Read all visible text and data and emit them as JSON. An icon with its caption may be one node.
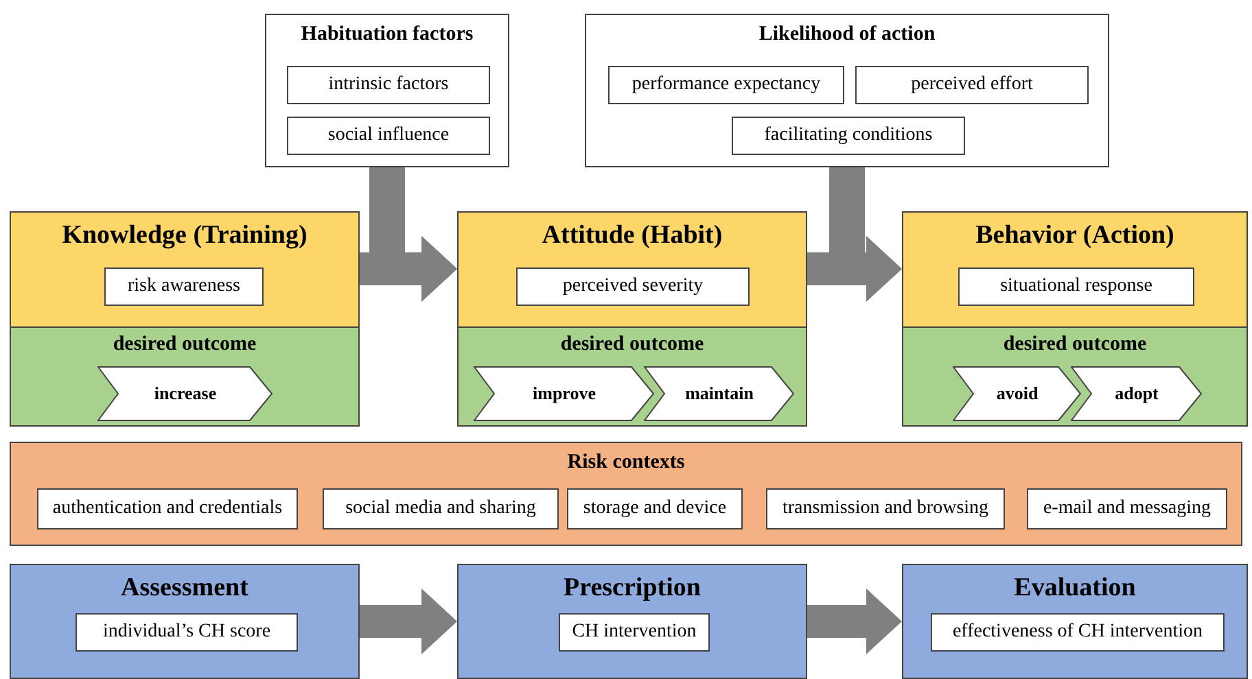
{
  "diagram": {
    "nodes": [
      {
        "text": [
          "Habituation factors"
        ]
      },
      {
        "text": [
          "intrinsic factors"
        ],
        "in": 0
      },
      {
        "text": [
          "social influence"
        ],
        "in": 0
      },
      {
        "text": [
          "Likelihood of action"
        ]
      },
      {
        "text": [
          "performance expectancy"
        ],
        "in": 3
      },
      {
        "text": [
          "perceived effort"
        ],
        "in": 3
      },
      {
        "text": [
          "facilitating conditions"
        ],
        "in": 3
      },
      {
        "text": [
          "Knowledge (Training)"
        ]
      },
      {
        "text": [
          "risk awareness"
        ],
        "in": 7
      },
      {
        "text": [
          "desired outcome"
        ]
      },
      {
        "text": [
          "increase"
        ],
        "in": 9
      },
      {
        "text": [
          "Attitude (Habit)"
        ]
      },
      {
        "text": [
          "perceived severity"
        ],
        "in": 11
      },
      {
        "text": [
          "desired outcome"
        ]
      },
      {
        "text": [
          "improve"
        ],
        "in": 13
      },
      {
        "text": [
          "maintain"
        ],
        "in": 13
      },
      {
        "text": [
          "Behavior (Action)"
        ]
      },
      {
        "text": [
          "situational response"
        ],
        "in": 16
      },
      {
        "text": [
          "desired outcome"
        ]
      },
      {
        "text": [
          "avoid"
        ],
        "in": 18
      },
      {
        "text": [
          "adopt"
        ],
        "in": 18
      },
      {
        "text": [
          "Risk contexts"
        ]
      },
      {
        "text": [
          "authentication and credentials"
        ],
        "in": 21
      },
      {
        "text": [
          "social media and sharing"
        ],
        "in": 21
      },
      {
        "text": [
          "storage and device"
        ],
        "in": 21
      },
      {
        "text": [
          "transmission and browsing"
        ],
        "in": 21
      },
      {
        "text": [
          "e-mail and messaging"
        ],
        "in": 21
      },
      {
        "text": [
          "Assessment"
        ]
      },
      {
        "text": [
          "individual’s CH score"
        ],
        "in": 27
      },
      {
        "text": [
          "Prescription"
        ]
      },
      {
        "text": [
          "CH intervention"
        ],
        "in": 29
      },
      {
        "text": [
          "Evaluation"
        ]
      },
      {
        "text": [
          "effectiveness of CH intervention"
        ],
        "in": 31
      }
    ],
    "edges": [
      {
        "from": 7,
        "to": 11,
        "arrow": "to"
      },
      {
        "from": 0,
        "to": 11,
        "arrow": "to"
      },
      {
        "from": 11,
        "to": 16,
        "arrow": "to"
      },
      {
        "from": 3,
        "to": 16,
        "arrow": "to"
      },
      {
        "from": 27,
        "to": 29,
        "arrow": "to"
      },
      {
        "from": 29,
        "to": 31,
        "arrow": "to"
      }
    ]
  }
}
